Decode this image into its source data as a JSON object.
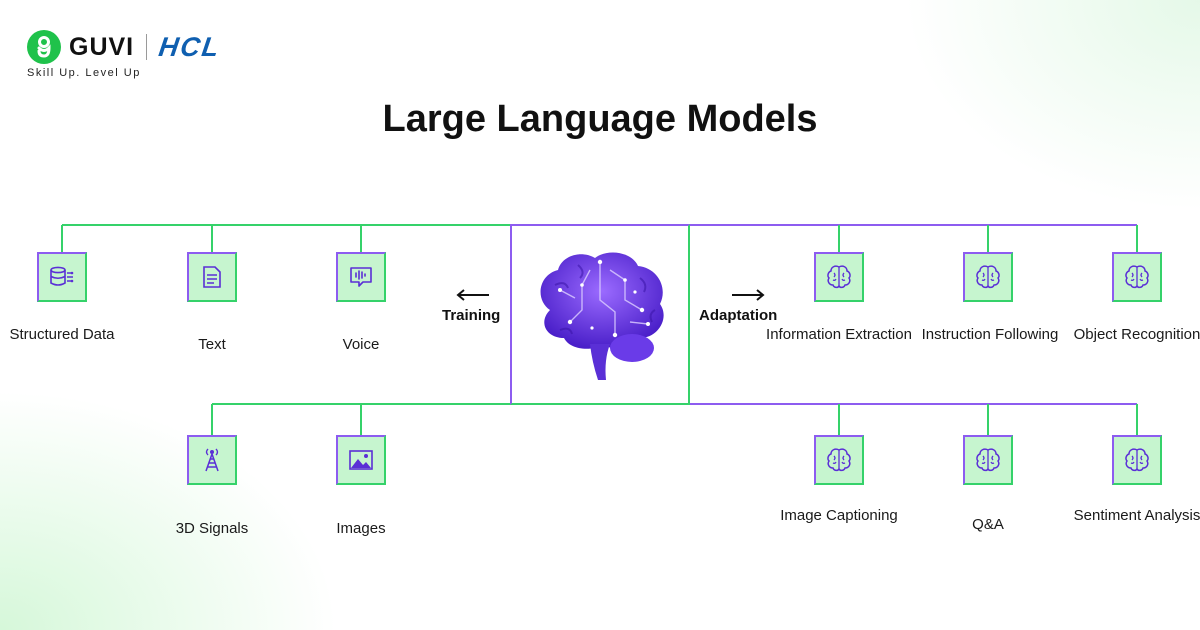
{
  "brand": {
    "guvi": "GUVI",
    "hcl": "HCL",
    "tagline": "Skill Up. Level Up",
    "guvi_color": "#1fc24b",
    "hcl_color": "#0f5fb0"
  },
  "title": "Large Language Models",
  "training_label": "Training",
  "adaptation_label": "Adaptation",
  "center_icon": "brain-icon",
  "colors": {
    "purple": "#8d5cf0",
    "green": "#35d26a",
    "node_fill": "#c6f5cf"
  },
  "training_inputs": [
    {
      "label": "Structured Data",
      "icon": "database-icon"
    },
    {
      "label": "Text",
      "icon": "document-icon"
    },
    {
      "label": "Voice",
      "icon": "voice-icon"
    },
    {
      "label": "3D Signals",
      "icon": "antenna-tower-icon"
    },
    {
      "label": "Images",
      "icon": "image-icon"
    }
  ],
  "adaptation_tasks": [
    {
      "label": "Information Extraction",
      "icon": "brain-icon"
    },
    {
      "label": "Instruction Following",
      "icon": "brain-icon"
    },
    {
      "label": "Object Recognition",
      "icon": "brain-icon"
    },
    {
      "label": "Image Captioning",
      "icon": "brain-icon"
    },
    {
      "label": "Q&A",
      "icon": "brain-icon"
    },
    {
      "label": "Sentiment Analysis",
      "icon": "brain-icon"
    }
  ]
}
